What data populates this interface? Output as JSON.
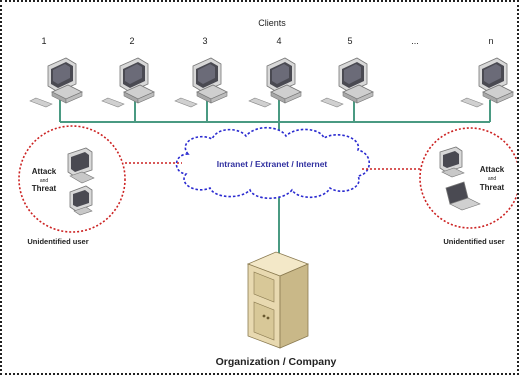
{
  "title": "Clients",
  "client_labels": [
    "1",
    "2",
    "3",
    "4",
    "5",
    "...",
    "n"
  ],
  "network_label": "Intranet / Extranet / Internet",
  "left_threat": {
    "line1": "Attack",
    "line2": "and",
    "line3": "Threat",
    "caption": "Unidentified user"
  },
  "right_threat": {
    "line1": "Attack",
    "line2": "and",
    "line3": "Threat",
    "caption": "Unidentified user"
  },
  "server_label": "Organization / Company",
  "colors": {
    "bus_line": "#4a9a82",
    "cloud_border": "#2a2ad0",
    "cloud_text": "#3030a0",
    "threat_circle": "#cc2222",
    "server_body": "#e8d9b0"
  },
  "icons": {
    "client": "desktop-computer-icon",
    "server": "server-tower-icon",
    "attacker_left": "desktop-computer-icon",
    "attacker_right": "laptop-computer-icon"
  }
}
